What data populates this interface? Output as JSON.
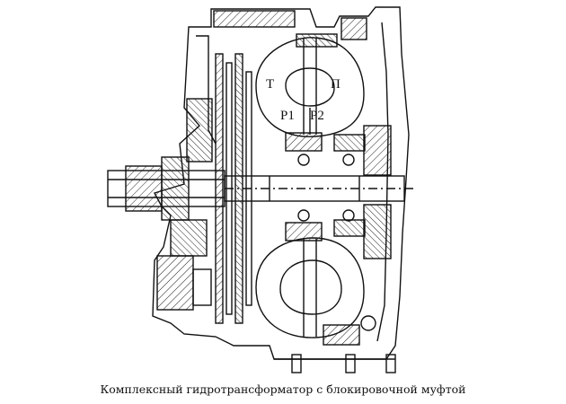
{
  "labels": {
    "t": "T",
    "n": "П",
    "p1": "P1",
    "p2": "P2"
  },
  "caption": "Комплексный гидротрансформатор с блокировочной муфтой"
}
